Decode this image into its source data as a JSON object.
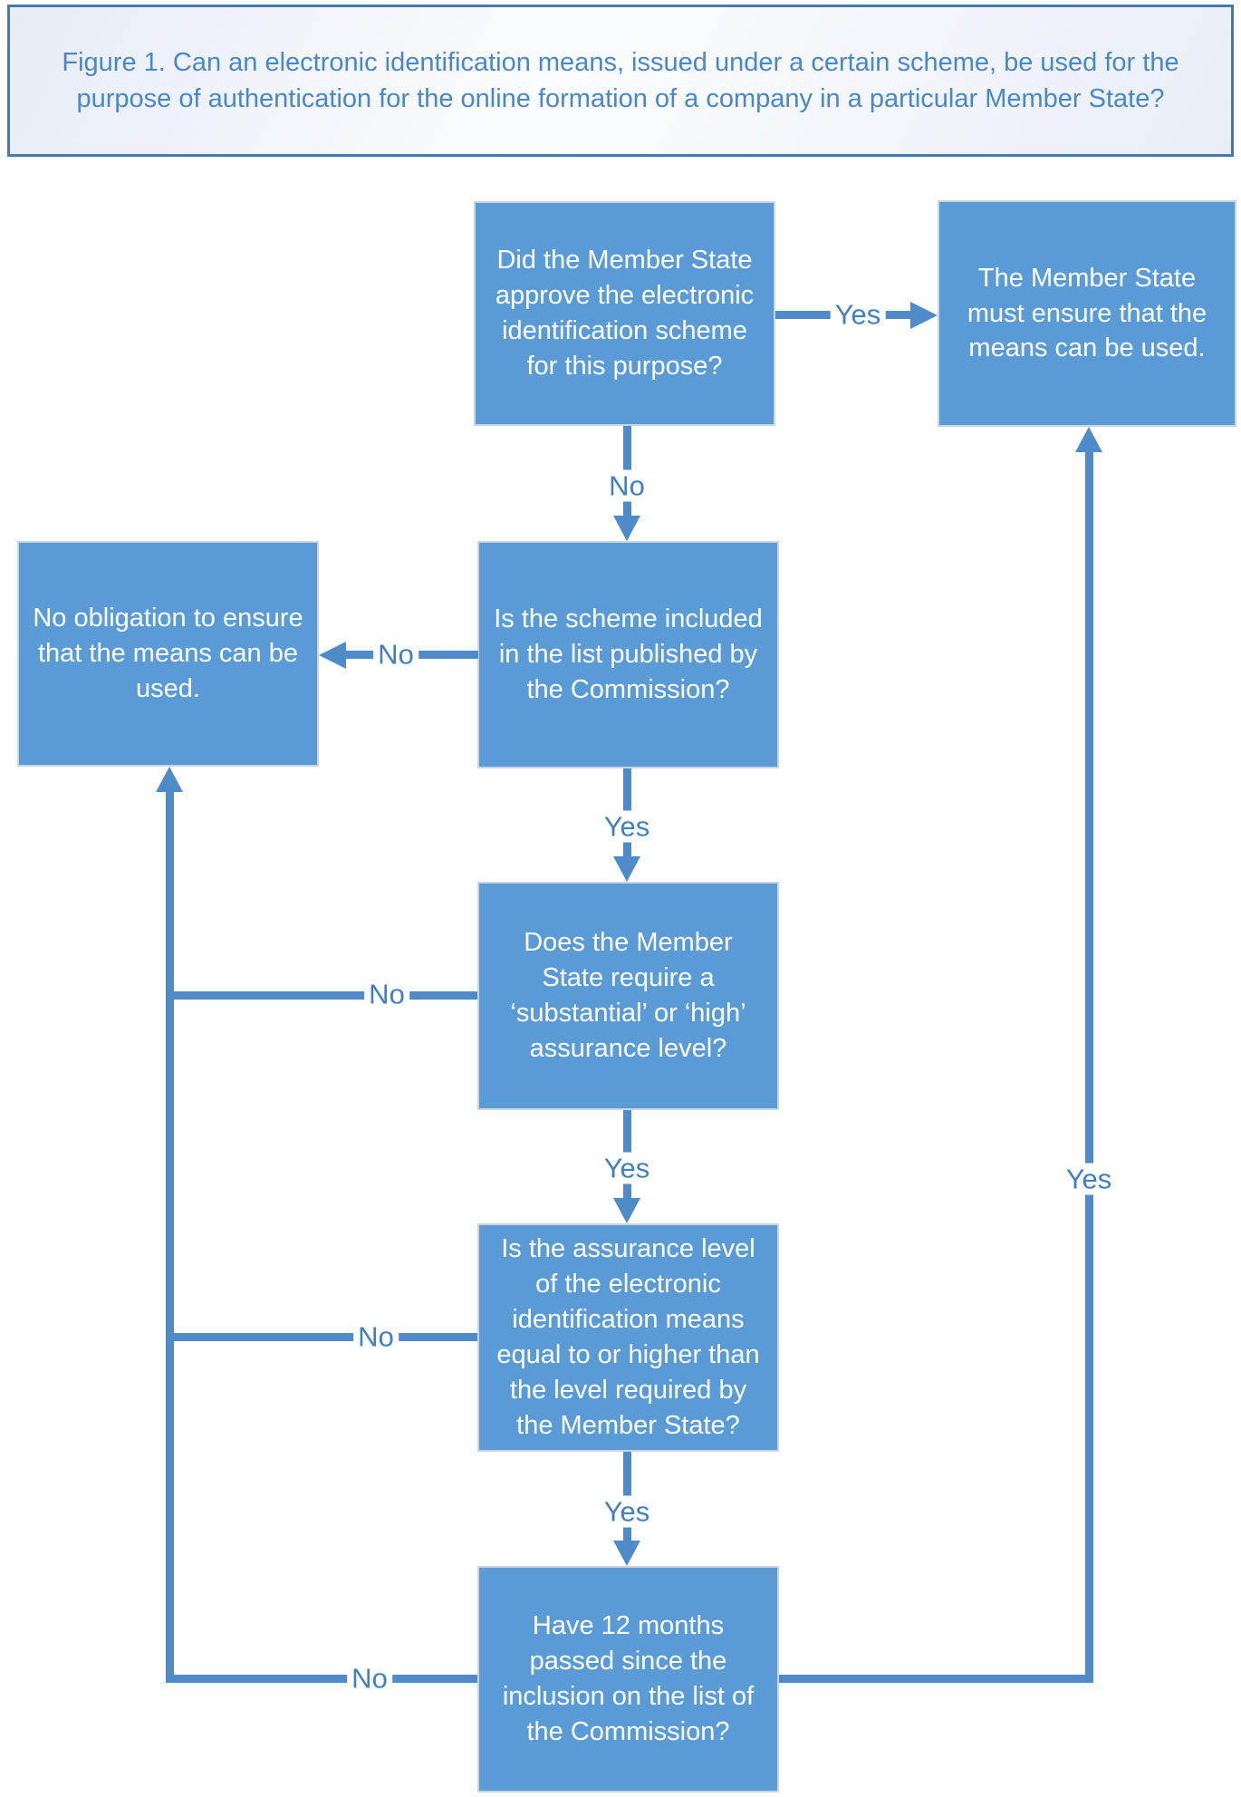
{
  "figure": {
    "title": "Figure 1. Can an electronic identification means, issued under a certain scheme, be used for the\npurpose of authentication for the online formation of a company in a particular Member State?"
  },
  "nodes": {
    "q_approve": {
      "text": "Did the Member State\napprove the electronic\nidentification scheme\nfor this purpose?"
    },
    "r_must_ensure": {
      "text": "The Member State\nmust ensure that the\nmeans can be used."
    },
    "r_no_obligation": {
      "text": "No obligation to ensure\nthat the means can be\nused."
    },
    "q_list": {
      "text": "Is the scheme included\nin the list published by\nthe Commission?"
    },
    "q_require_level": {
      "text": "Does the Member\nState require a\n‘substantial’ or ‘high’\nassurance level?"
    },
    "q_level_equal": {
      "text": "Is the assurance level\nof the electronic\nidentification means\nequal to or higher than\nthe level required by\nthe Member State?"
    },
    "q_12_months": {
      "text": "Have 12 months\npassed since the\ninclusion on the list of\nthe Commission?"
    }
  },
  "labels": {
    "approve_yes": "Yes",
    "approve_no": "No",
    "list_no": "No",
    "list_yes": "Yes",
    "require_no": "No",
    "require_yes": "Yes",
    "level_no": "No",
    "level_yes": "Yes",
    "months_no": "No",
    "months_yes": "Yes"
  },
  "colors": {
    "box_fill": "#5b9bd5",
    "box_border": "#c9d5e3",
    "box_text": "#ffffff",
    "connector": "#4e8bc8",
    "label_text": "#4080c0",
    "title_text": "#4a87c6",
    "title_border": "#4878ac",
    "background": "#ffffff"
  }
}
